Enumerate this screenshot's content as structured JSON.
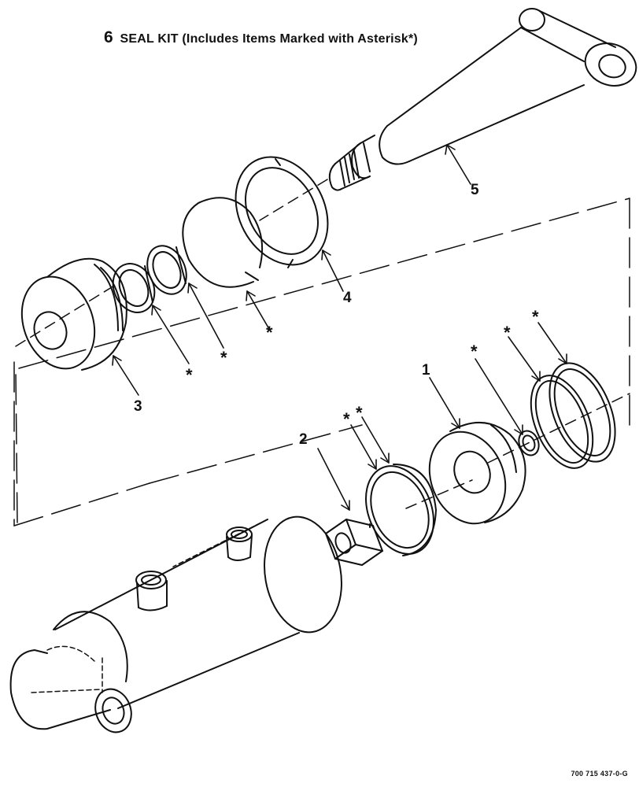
{
  "title": {
    "item_number": "6",
    "text": "SEAL KIT (Includes Items Marked with Asterisk*)"
  },
  "callouts": [
    "1",
    "2",
    "3",
    "4",
    "5"
  ],
  "asterisk": "*",
  "drawing_number": "700 715 437-0-G"
}
